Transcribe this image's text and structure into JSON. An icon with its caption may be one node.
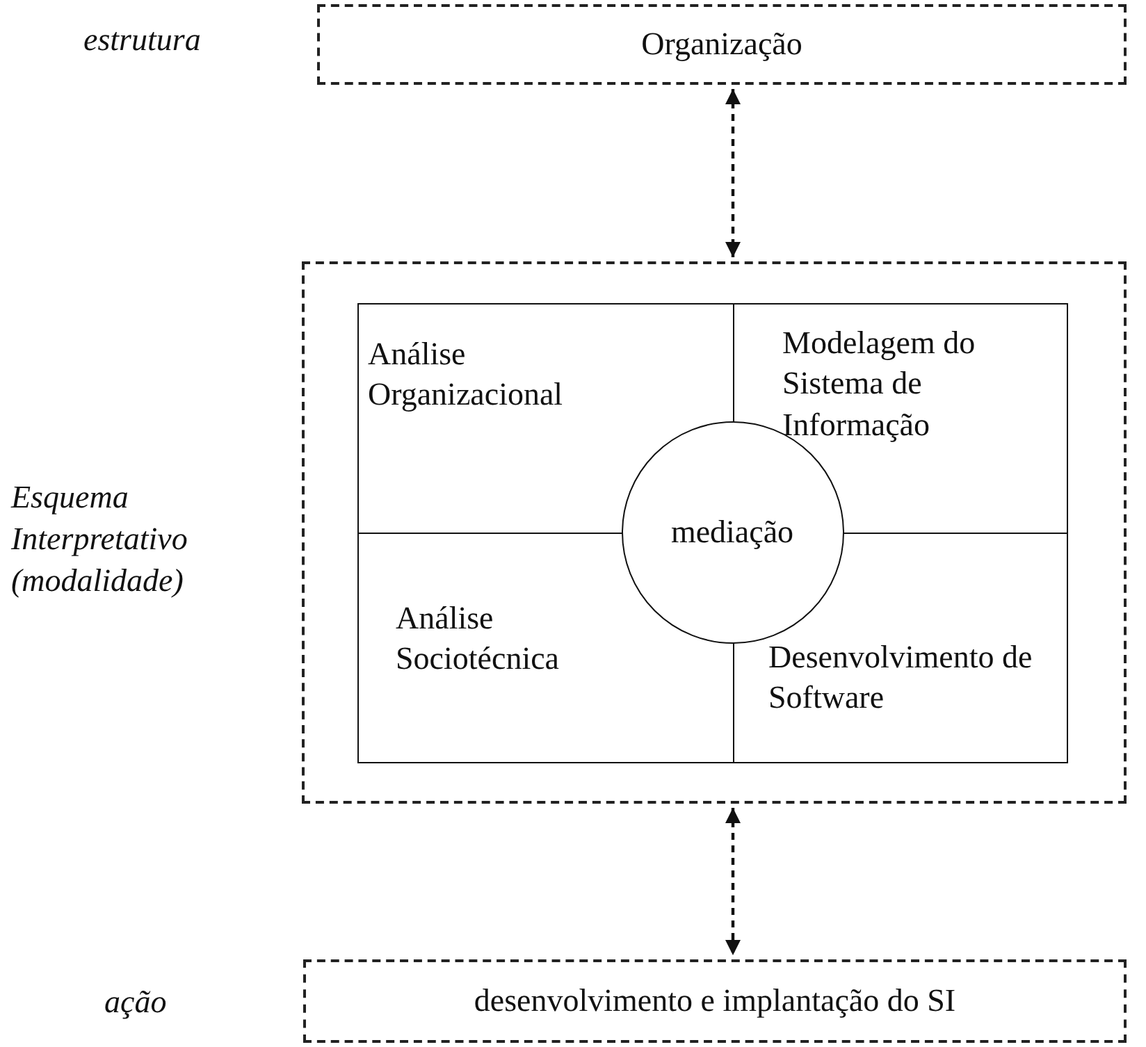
{
  "diagram": {
    "nodes": [
      {
        "text": [
          "Organização"
        ],
        "beside": [
          "estrutura"
        ]
      },
      {
        "text": [],
        "shape": "box",
        "beside": [
          "Esquema Interpretativo (modalidade)"
        ]
      },
      {
        "text": [],
        "shape": "box",
        "in": 1
      },
      {
        "text": [
          "Análise Organizacional"
        ],
        "in": 2
      },
      {
        "text": [
          "Modelagem do Sistema de Informação"
        ],
        "in": 2
      },
      {
        "text": [
          "Análise Sociotécnica"
        ],
        "in": 2
      },
      {
        "text": [
          "Desenvolvimento de Software"
        ],
        "in": 2
      },
      {
        "text": [
          "mediação"
        ],
        "in": 2
      },
      {
        "text": [
          "desenvolvimento e implantação do SI"
        ]
      }
    ],
    "labels": [
      "ação"
    ],
    "edges": [
      {
        "from": 0,
        "to": 1,
        "arrow": "both",
        "style": "dashed"
      },
      {
        "from": 1,
        "to": 8,
        "arrow": "both",
        "style": "dashed"
      }
    ]
  }
}
